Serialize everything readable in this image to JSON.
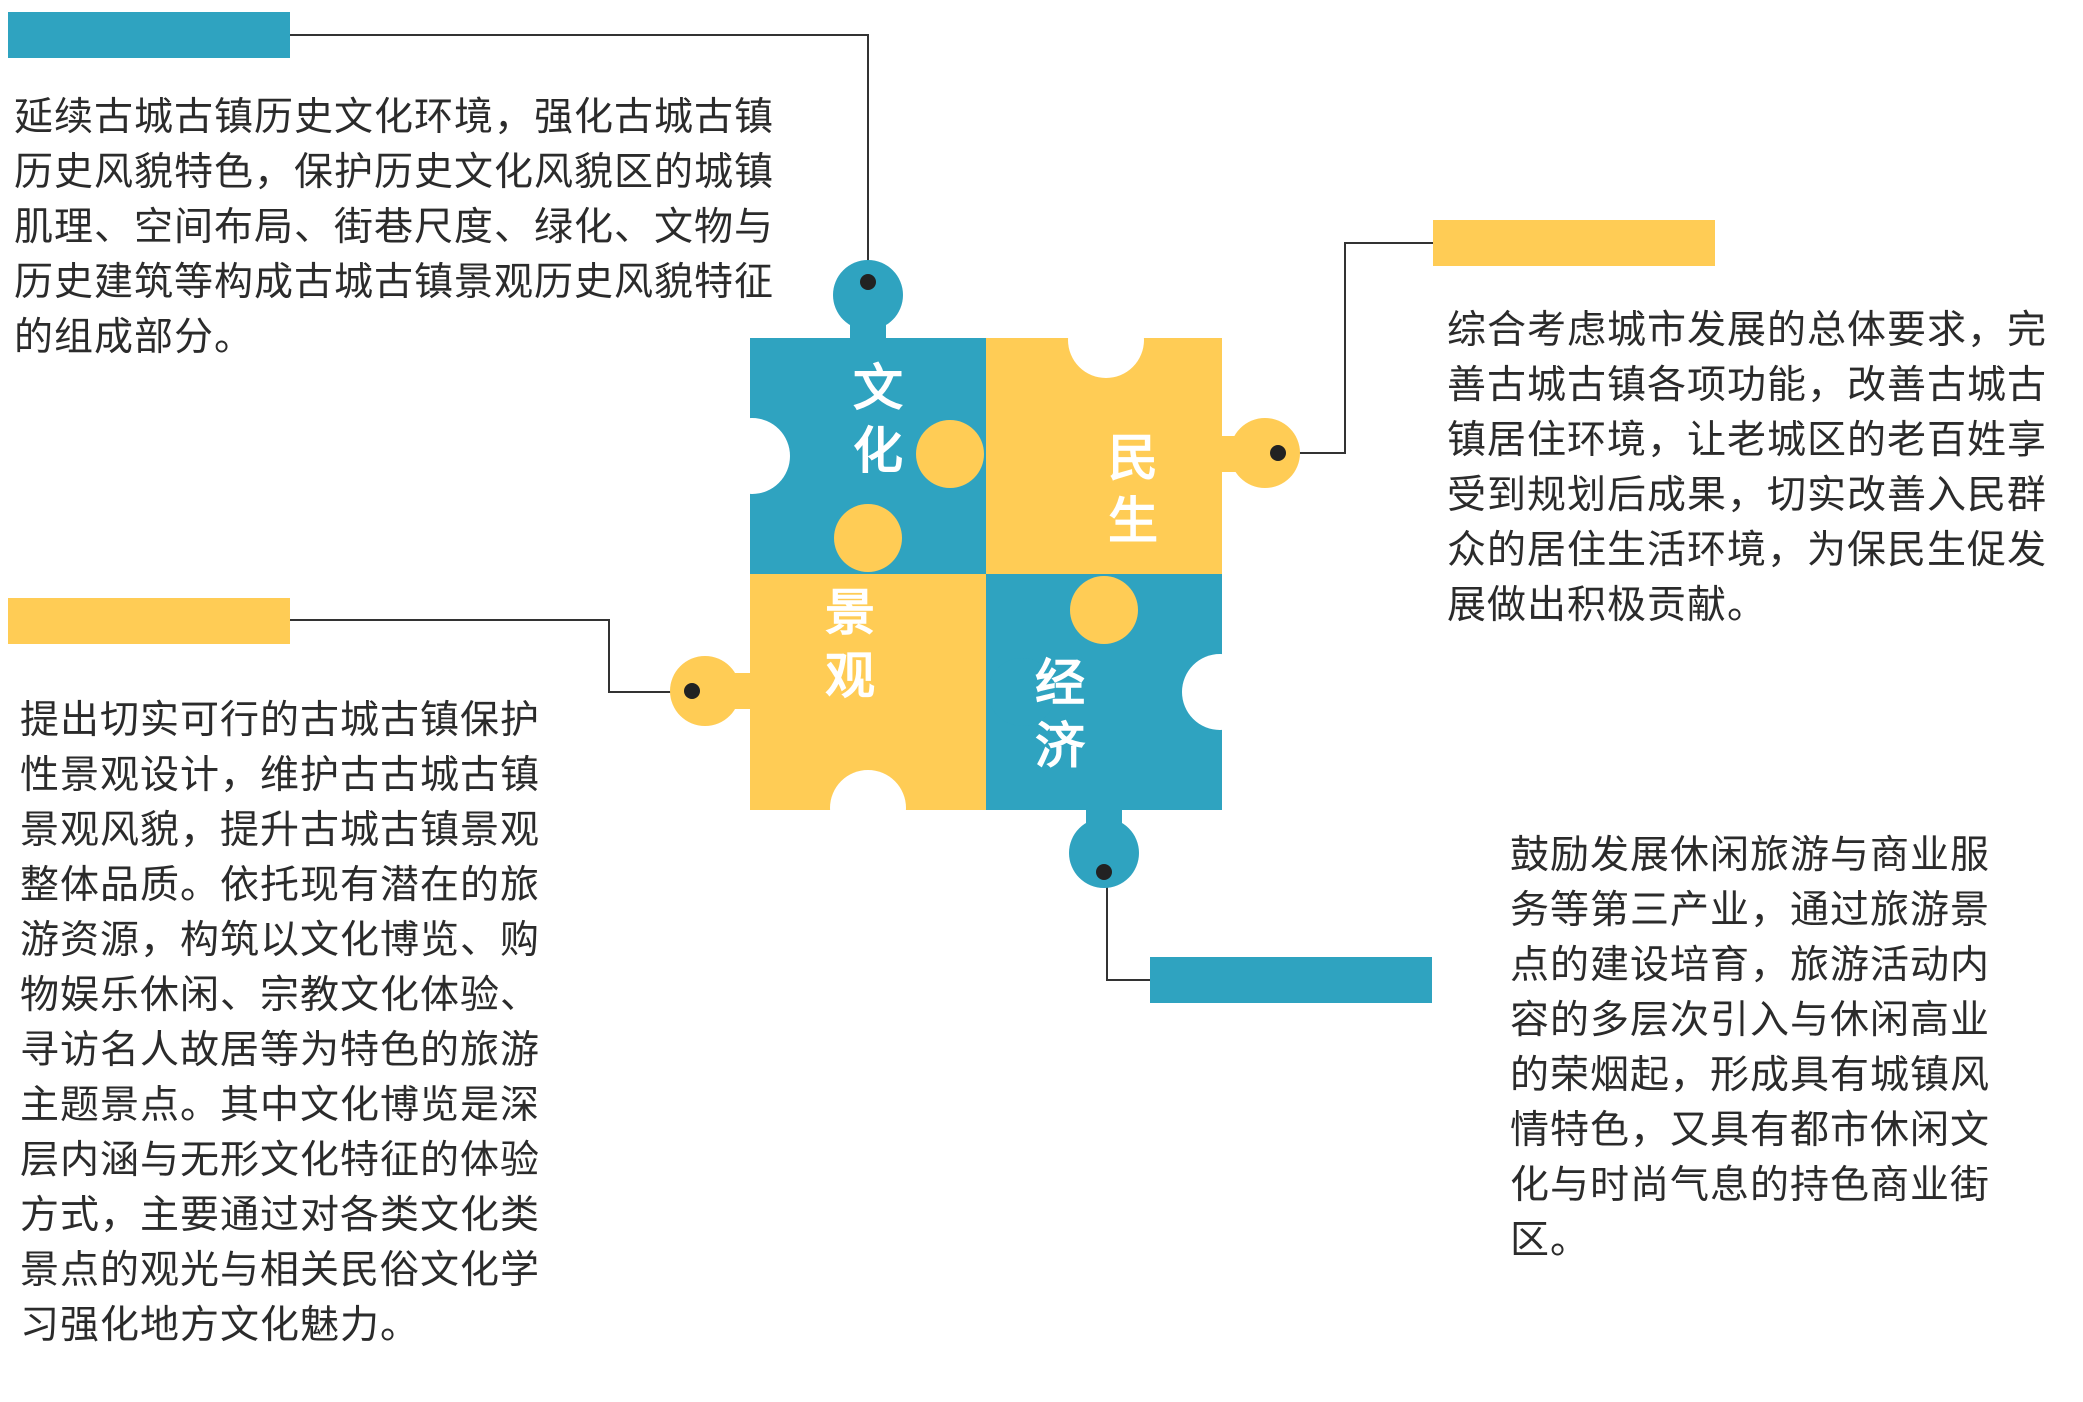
{
  "colors": {
    "teal": "#2fa3c0",
    "yellow": "#ffcc55",
    "text": "#2b2b2b",
    "line": "#333333"
  },
  "puzzle": {
    "culture": {
      "char1": "文",
      "char2": "化"
    },
    "livelihood": {
      "char1": "民",
      "char2": "生"
    },
    "landscape": {
      "char1": "景",
      "char2": "观"
    },
    "economy": {
      "char1": "经",
      "char2": "济"
    }
  },
  "texts": {
    "culture": "延续古城古镇历史文化环境，强化古城古镇历史风貌特色，保护历史文化风貌区的城镇肌理、空间布局、街巷尺度、绿化、文物与历史建筑等构成古城古镇景观历史风貌特征的组成部分。",
    "livelihood": "综合考虑城市发展的总体要求，完善古城古镇各项功能，改善古城古镇居住环境，让老城区的老百姓享受到规划后成果，切实改善入民群众的居住生活环境，为保民生促发展做出积极贡献。",
    "landscape": "提出切实可行的古城古镇保护性景观设计，维护古古城古镇景观风貌，提升古城古镇景观整体品质。依托现有潜在的旅游资源，构筑以文化博览、购物娱乐休闲、宗教文化体验、寻访名人故居等为特色的旅游主题景点。其中文化博览是深层内涵与无形文化特征的体验方式，主要通过对各类文化类景点的观光与相关民俗文化学习强化地方文化魅力。",
    "economy": "鼓励发展休闲旅游与商业服务等第三产业，通过旅游景点的建设培育，旅游活动内容的多层次引入与休闲高业的荣烟起，形成具有城镇风情特色，又具有都市休闲文化与时尚气息的持色商业街区。"
  }
}
